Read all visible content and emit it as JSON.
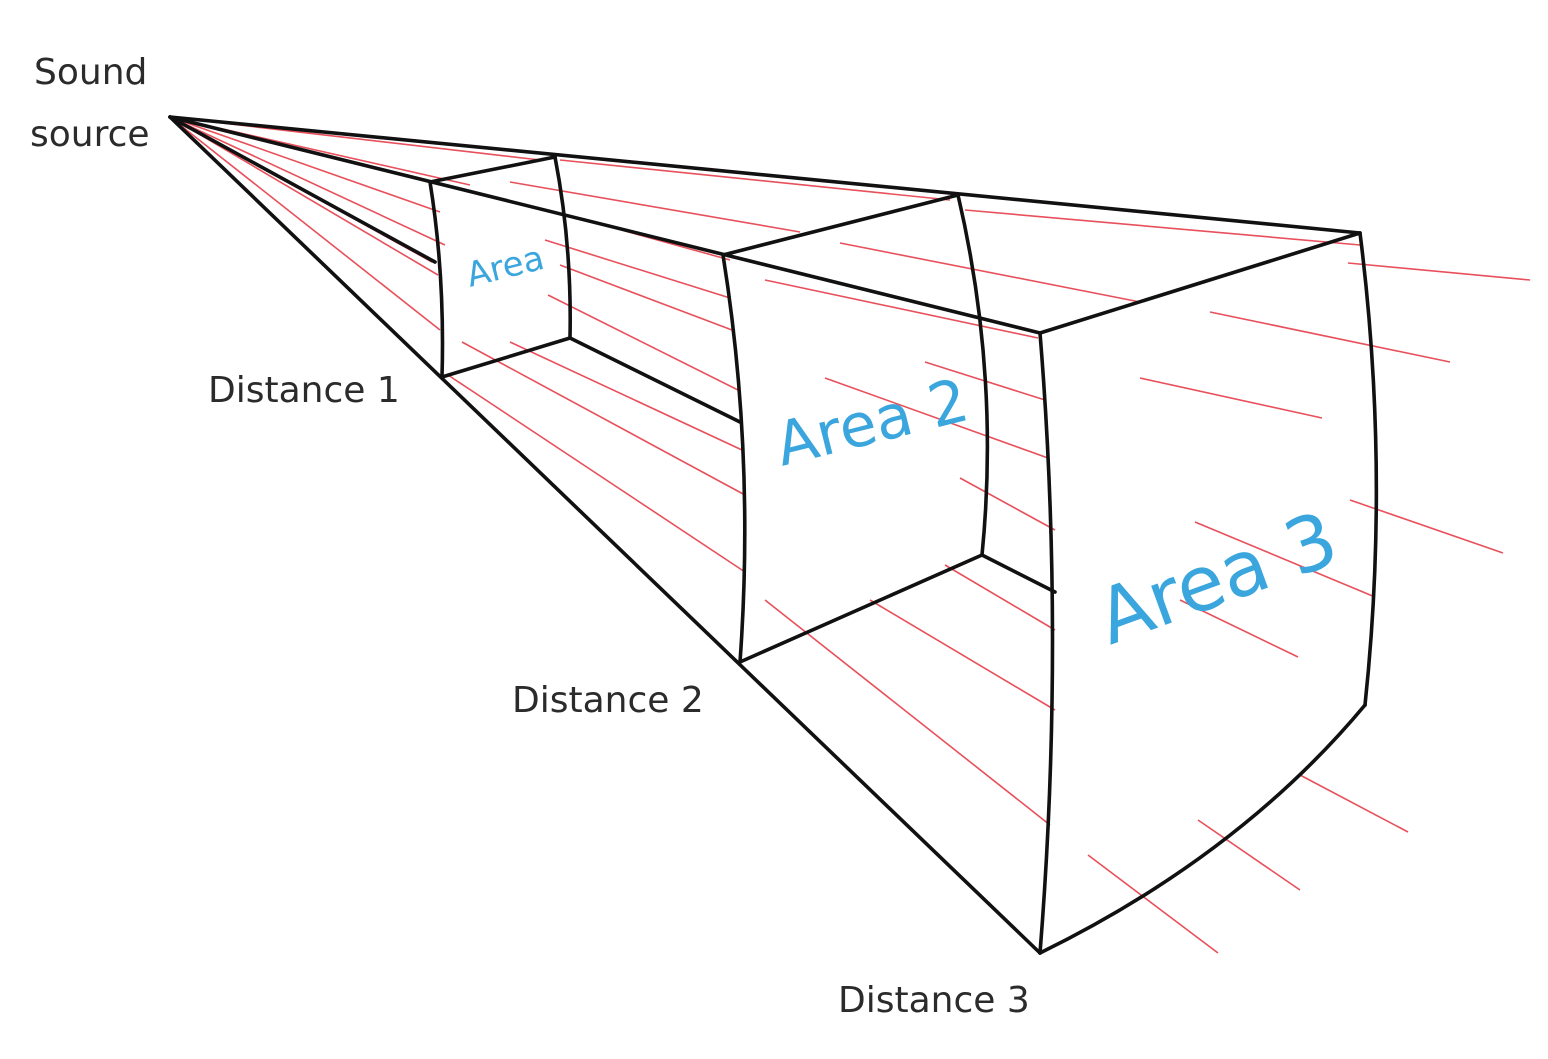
{
  "labels": {
    "source_line1": "Sound",
    "source_line2": "source",
    "distance1": "Distance 1",
    "distance2": "Distance 2",
    "distance3": "Distance 3",
    "area1": "Area",
    "area2": "Area 2",
    "area3": "Area 3"
  },
  "colors": {
    "edge": "#111111",
    "ray": "#e8505b",
    "area_text": "#3aa6dd",
    "label_text": "#2b2b2b"
  }
}
